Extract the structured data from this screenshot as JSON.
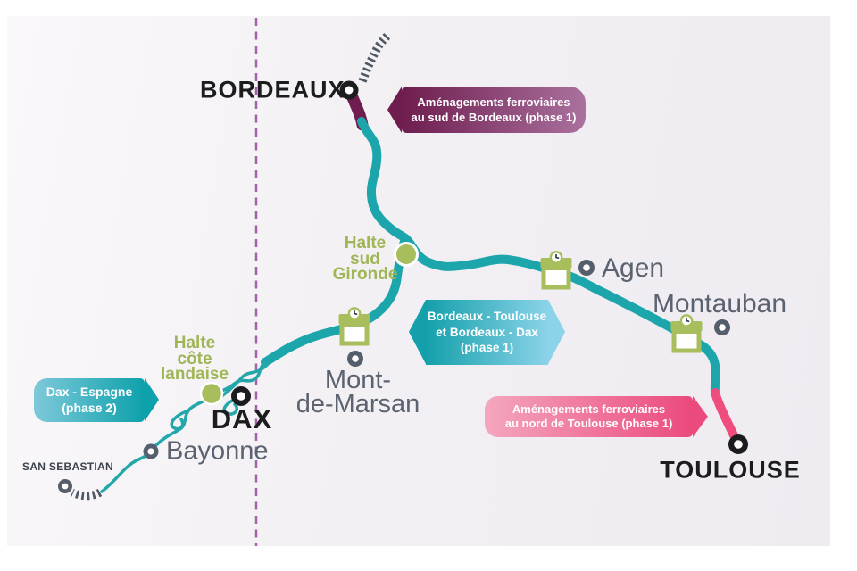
{
  "colors": {
    "background": "#f2eff3",
    "new_line_teal": "#1ca6ab",
    "existing_line_hatch_gray": "#4d5863",
    "works_south_bordeaux_maroon": "#6e1d4e",
    "works_north_toulouse_pink": "#ee4d7e",
    "halte_green": "#a8bd5c",
    "major_city_marker_black": "#1c1c1e",
    "city_marker_gray": "#555e6b",
    "divider_purple": "#a263a9"
  },
  "cities": {
    "bordeaux": {
      "label": "BORDEAUX"
    },
    "toulouse": {
      "label": "TOULOUSE"
    },
    "dax": {
      "label": "DAX"
    },
    "agen": {
      "label": "Agen"
    },
    "montauban": {
      "label": "Montauban"
    },
    "mont_de_marsan": {
      "line1": "Mont-",
      "line2": "de-Marsan"
    },
    "bayonne": {
      "label": "Bayonne"
    },
    "san_sebastian": {
      "label": "SAN SEBASTIAN"
    }
  },
  "stops": {
    "sud_gironde": {
      "line1": "Halte",
      "line2": "sud",
      "line3": "Gironde"
    },
    "cote_landaise": {
      "line1": "Halte",
      "line2": "côte",
      "line3": "landaise"
    }
  },
  "badges": {
    "sud_bordeaux": {
      "line1": "Aménagements ferroviaires",
      "line2": "au sud de Bordeaux (phase 1)"
    },
    "phase1_lines": {
      "line1": "Bordeaux - Toulouse",
      "line2": "et Bordeaux - Dax",
      "line3": "(phase 1)"
    },
    "nord_toulouse": {
      "line1": "Aménagements ferroviaires",
      "line2": "au nord de Toulouse (phase 1)"
    },
    "dax_espagne": {
      "line1": "Dax - Espagne",
      "line2": "(phase 2)"
    }
  }
}
